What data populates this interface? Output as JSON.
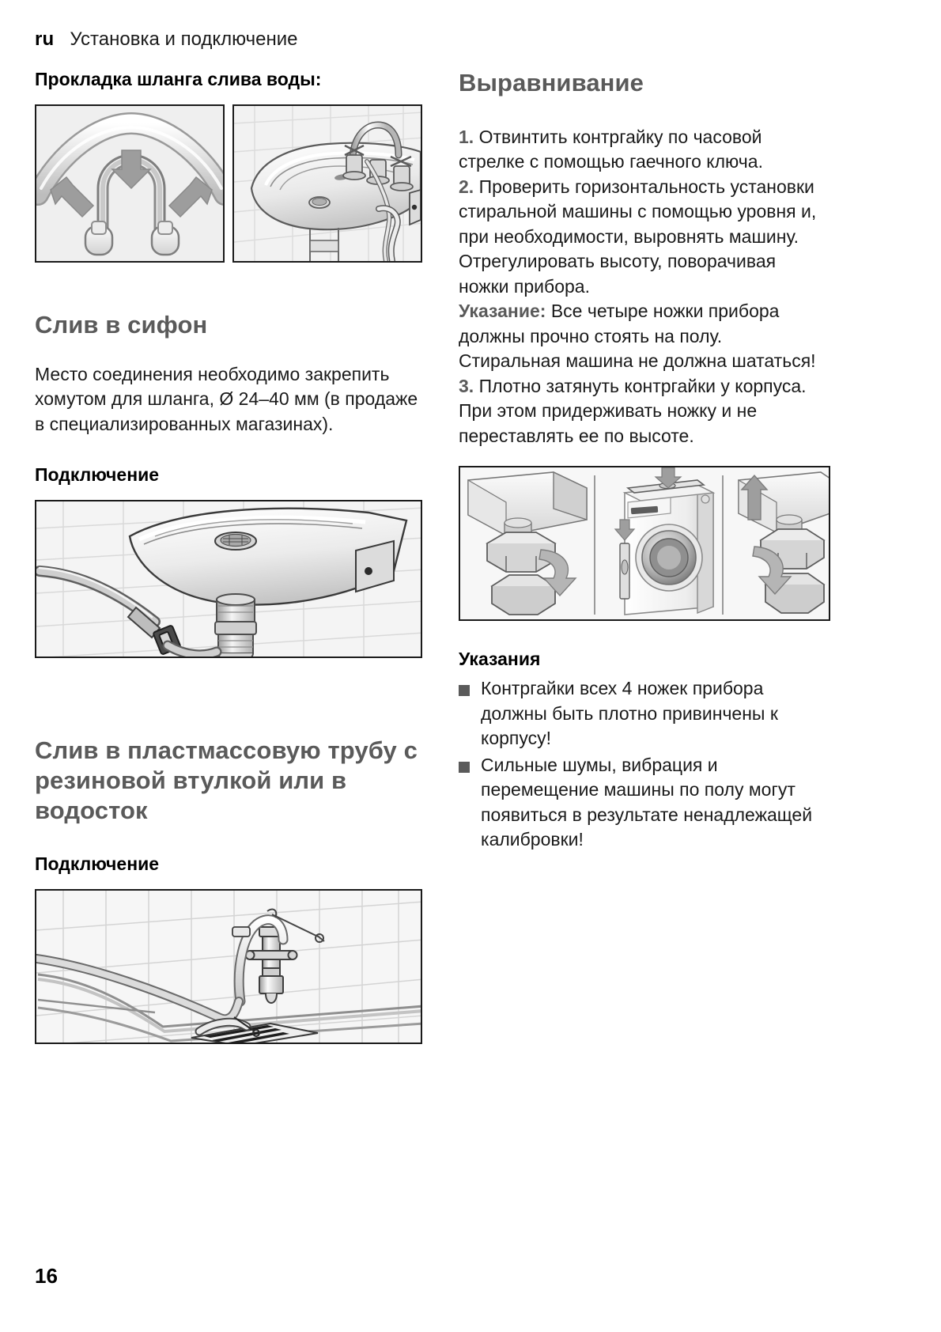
{
  "header": {
    "lang": "ru",
    "breadcrumb": "Установка и подключение"
  },
  "left_column": {
    "hose_routing_heading": "Прокладка шланга слива воды:",
    "figure_hose_clip_caption": "hose-pressed-into-u-bracket-with-arrows",
    "figure_washbasin_caption": "washbasin-with-faucet-and-drain-hose",
    "siphon_heading": "Слив в сифон",
    "siphon_text": "Место соединения необходимо закрепить хомутом для шланга, Ø 24–40 мм (в продаже в специализированных магазинах).",
    "connection_heading_1": "Подключение",
    "figure_siphon_caption": "washbasin-underside-hose-clamped-to-siphon",
    "plastic_pipe_heading": "Слив в пластмассовую трубу с резиновой втулкой или в водосток",
    "connection_heading_2": "Подключение",
    "figure_drain_caption": "drain-hose-into-standpipe-and-floor-drain"
  },
  "right_column": {
    "leveling_heading": "Выравнивание",
    "steps": [
      {
        "num": "1.",
        "text": "Отвинтить контргайку по часовой стрелке с помощью гаечного ключа."
      },
      {
        "num": "2.",
        "text": "Проверить горизонтальность установки стиральной машины с помощью уровня и, при необходимости, выровнять машину. Отрегулировать высоту, поворачивая ножки прибора."
      }
    ],
    "note_label": "Указание:",
    "note_text": "Все четыре ножки прибора должны прочно стоять на полу.",
    "warning_text": "Стиральная машина не должна шататься!",
    "step3": {
      "num": "3.",
      "text": "Плотно затянуть контргайки у корпуса. При этом придерживать ножку и не переставлять ее по высоте."
    },
    "figure_leveling_caption": "three-panel-machine-foot-locknut-and-spirit-level",
    "notes_heading": "Указания",
    "notes": [
      "Контргайки всех 4 ножек прибора должны быть плотно привинчены к корпусу!",
      "Сильные шумы, вибрация и перемещение машины по полу могут появиться в результате ненадлежащей калибровки!"
    ]
  },
  "footer": {
    "page_number": "16"
  },
  "colors": {
    "heading_gray": "#5a5a5a",
    "text_black": "#1a1a1a",
    "frame_border": "#1a1a1a",
    "figure_bg": "#f0f0f0"
  }
}
